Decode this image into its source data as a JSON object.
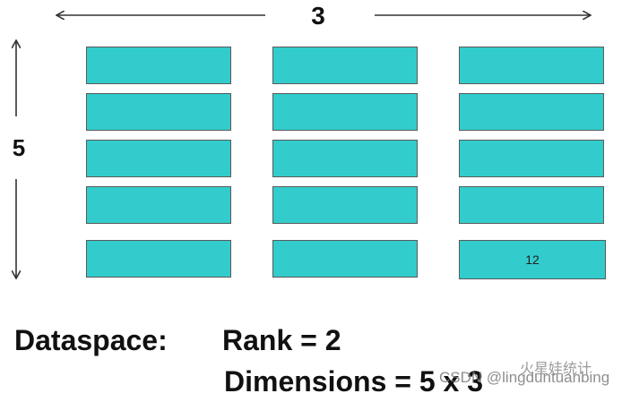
{
  "dimensions": {
    "columns": "3",
    "rows": "5"
  },
  "grid": {
    "cell_color": "#33cccc",
    "border_color": "#5a5a5a",
    "highlighted_cell_label": "12"
  },
  "caption": {
    "dataspace_label": "Dataspace:",
    "rank_text": "Rank = 2",
    "dimensions_text": "Dimensions = 5 x 3"
  },
  "watermark": {
    "brand": "火星娃统计",
    "text": "CSDN @lingduntuanbing"
  }
}
